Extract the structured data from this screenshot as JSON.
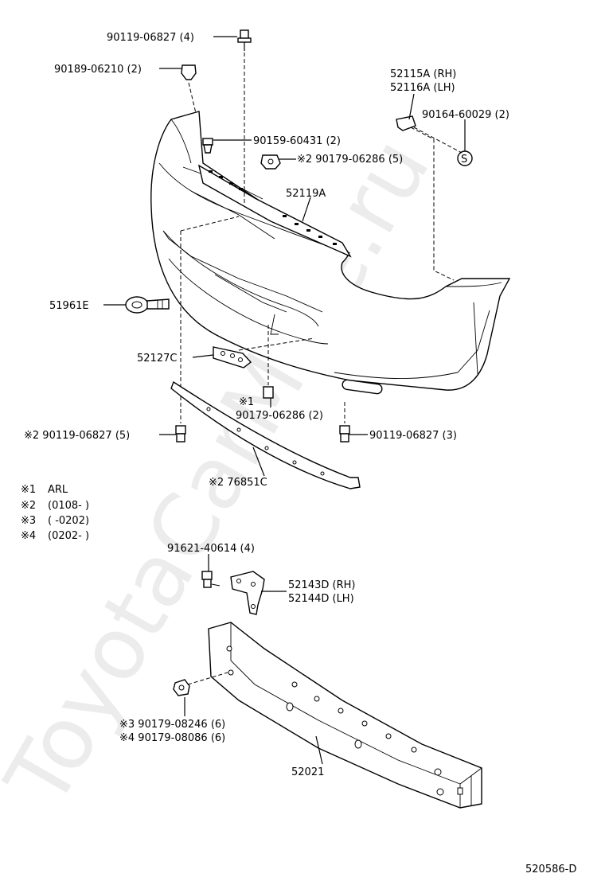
{
  "watermark": "ToyotaCarMine.ru",
  "diagram_code": "520586-D",
  "callouts": {
    "bolt_top": "90119-06827 (4)",
    "clip_top": "90189-06210 (2)",
    "screw_upper": "90159-60431 (2)",
    "nut_upper": "※2 90179-06286 (5)",
    "retainer_rh": "52115A (RH)",
    "retainer_lh": "52116A (LH)",
    "screw_side": "90164-60029 (2)",
    "s_mark": "S",
    "cover_bracket": "52119A",
    "tow_hook": "51961E",
    "lower_bracket": "52127C",
    "note1_nut_mark": "※1",
    "note1_nut": "90179-06286 (2)",
    "bolt_left": "※2  90119-06827 (5)",
    "bolt_right": "90119-06827 (3)",
    "spoiler": "※2 76851C",
    "arm_bolt": "91621-40614 (4)",
    "arm_rh": "52143D (RH)",
    "arm_lh": "52144D (LH)",
    "nut3": "※3 90179-08246 (6)",
    "nut4": "※4 90179-08086 (6)",
    "reinforcement": "52021"
  },
  "notes": [
    {
      "mark": "※1",
      "text": "ARL"
    },
    {
      "mark": "※2",
      "text": "(0108-        )"
    },
    {
      "mark": "※3",
      "text": "(        -0202)"
    },
    {
      "mark": "※4",
      "text": "(0202-        )"
    }
  ]
}
